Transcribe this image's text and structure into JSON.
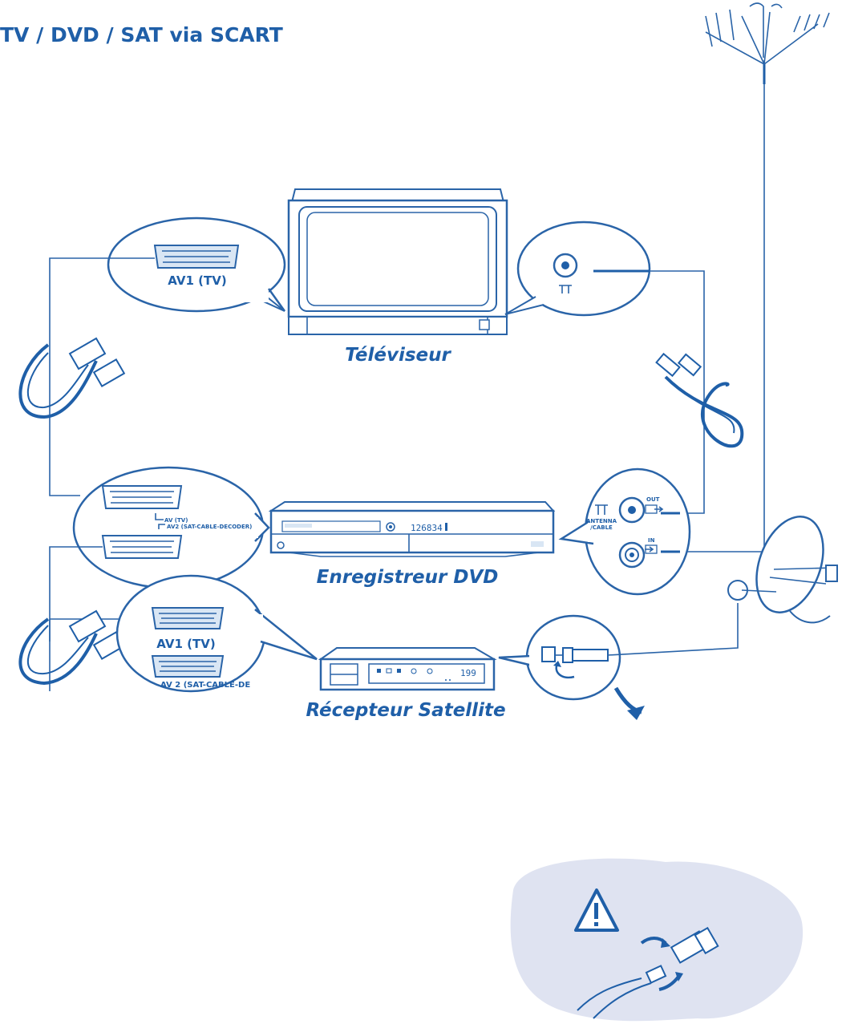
{
  "title": "TV / DVD / SAT via SCART",
  "devices": {
    "tv": "Téléviseur",
    "dvd": "Enregistreur DVD",
    "sat": "Récepteur Satellite"
  },
  "ports": {
    "tv_scart": "AV1 (TV)",
    "dvd_av_tv": "AV (TV)",
    "dvd_av2": "AV2 (SAT-CABLE-DECODER)",
    "dvd_out": "OUT",
    "dvd_in": "IN",
    "dvd_antenna_1": "ANTENNA",
    "dvd_antenna_2": "/CABLE",
    "sat_av1": "AV1 (TV)",
    "sat_av2": "AV 2 (SAT-CABLE-DE"
  },
  "displays": {
    "dvd": "126834",
    "sat": "199"
  },
  "colors": {
    "line": "#2a64a8",
    "text": "#1f5fa8",
    "fill_light": "#d9e6f4",
    "cloud": "#dfe3f1"
  },
  "icons": [
    "antenna-icon",
    "satellite-dish-icon",
    "warning-icon",
    "scart-cable-icon",
    "coax-cable-icon"
  ]
}
